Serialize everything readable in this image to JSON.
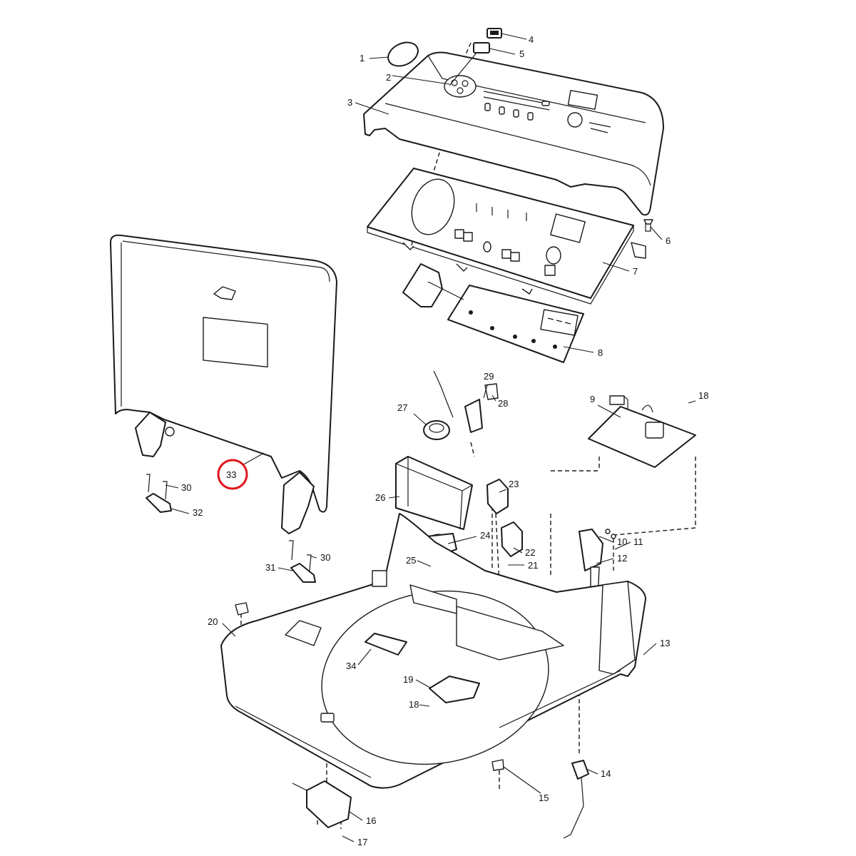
{
  "highlight_color": "#e0151b",
  "highlighted_callout": "33",
  "callouts": [
    {
      "id": "c1",
      "label": "1"
    },
    {
      "id": "c2",
      "label": "2"
    },
    {
      "id": "c3",
      "label": "3"
    },
    {
      "id": "c4",
      "label": "4"
    },
    {
      "id": "c5",
      "label": "5"
    },
    {
      "id": "c6",
      "label": "6"
    },
    {
      "id": "c7",
      "label": "7"
    },
    {
      "id": "c8",
      "label": "8"
    },
    {
      "id": "c9",
      "label": "9"
    },
    {
      "id": "c10",
      "label": "10"
    },
    {
      "id": "c11",
      "label": "11"
    },
    {
      "id": "c12",
      "label": "12"
    },
    {
      "id": "c13",
      "label": "13"
    },
    {
      "id": "c14",
      "label": "14"
    },
    {
      "id": "c15",
      "label": "15"
    },
    {
      "id": "c16",
      "label": "16"
    },
    {
      "id": "c17",
      "label": "17"
    },
    {
      "id": "c18a",
      "label": "18"
    },
    {
      "id": "c18b",
      "label": "18"
    },
    {
      "id": "c19",
      "label": "19"
    },
    {
      "id": "c20",
      "label": "20"
    },
    {
      "id": "c21",
      "label": "21"
    },
    {
      "id": "c22",
      "label": "22"
    },
    {
      "id": "c23",
      "label": "23"
    },
    {
      "id": "c24",
      "label": "24"
    },
    {
      "id": "c25",
      "label": "25"
    },
    {
      "id": "c26",
      "label": "26"
    },
    {
      "id": "c27",
      "label": "27"
    },
    {
      "id": "c28",
      "label": "28"
    },
    {
      "id": "c29",
      "label": "29"
    },
    {
      "id": "c30a",
      "label": "30"
    },
    {
      "id": "c30b",
      "label": "30"
    },
    {
      "id": "c31",
      "label": "31"
    },
    {
      "id": "c32",
      "label": "32"
    },
    {
      "id": "c33",
      "label": "33"
    },
    {
      "id": "c34",
      "label": "34"
    }
  ]
}
